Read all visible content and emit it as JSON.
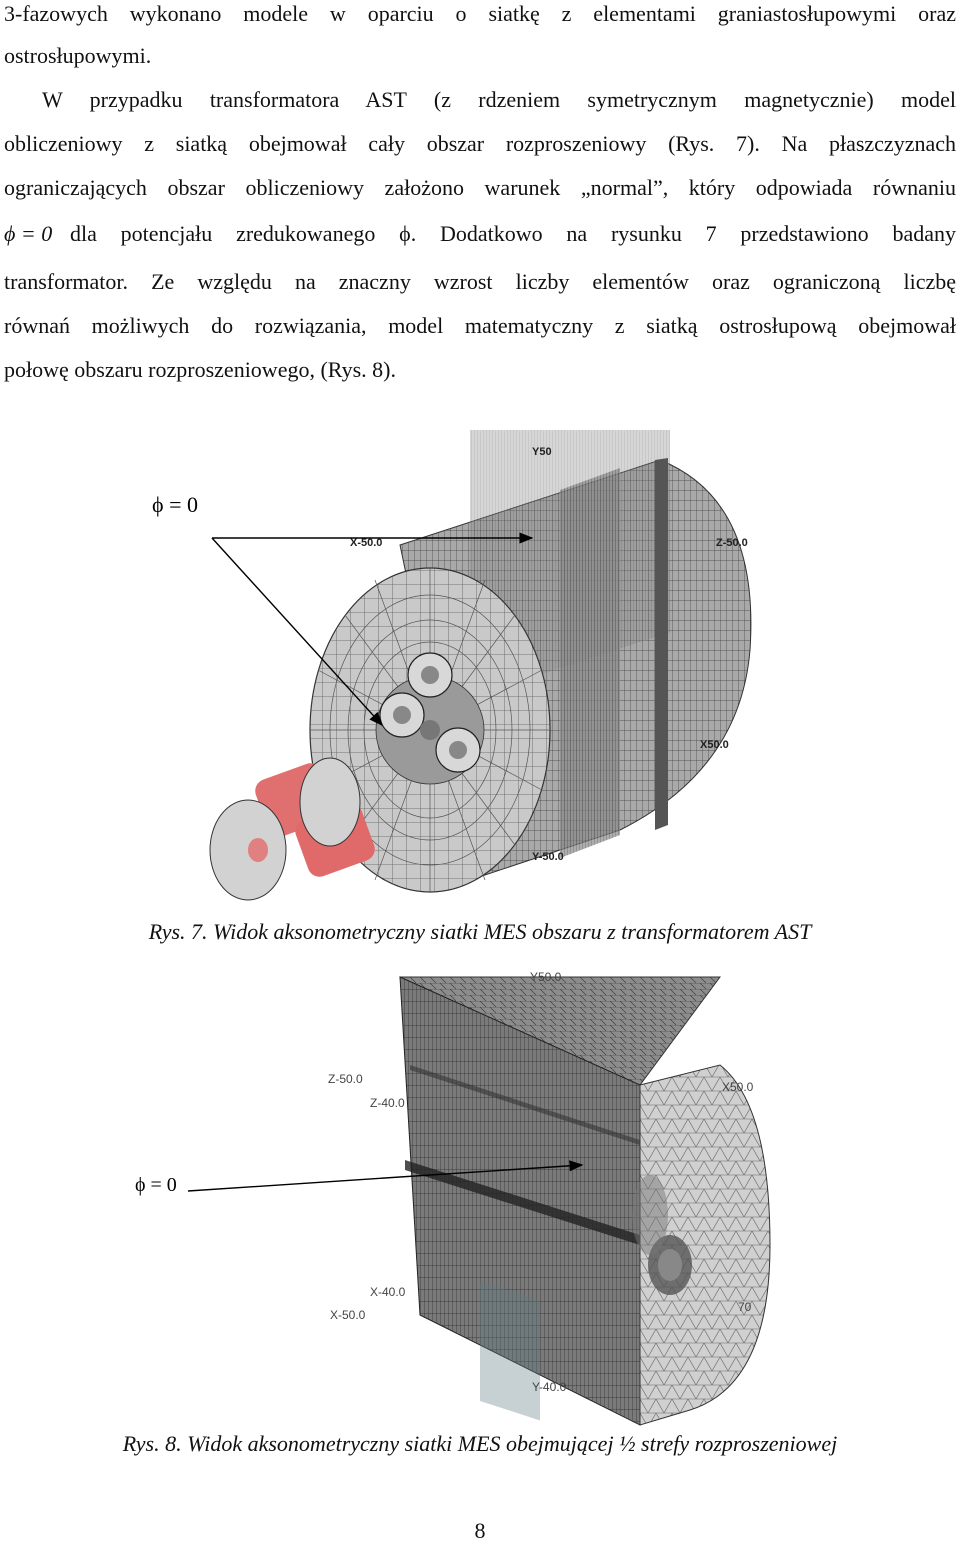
{
  "paragraph": {
    "line1": "3-fazowych wykonano modele w oparciu o siatkę z elementami graniastosłupowymi oraz",
    "line2": "ostrosłupowymi.",
    "line3": "W przypadku transformatora AST (z rdzeniem symetrycznym magnetycznie) model",
    "line4": "obliczeniowy z siatką obejmował cały obszar rozproszeniowy (Rys. 7). Na płaszczyznach",
    "line5": "ograniczających obszar obliczeniowy założono warunek „normal”, który odpowiada równaniu",
    "line6_eq": "ϕ = 0",
    "line6_text": "dla potencjału zredukowanego ϕ. Dodatkowo na rysunku 7 przedstawiono badany",
    "line7": "transformator. Ze względu na znaczny wzrost liczby elementów oraz ograniczoną liczbę",
    "line8": "równań możliwych do rozwiązania, model matematyczny z siatką ostrosłupową obejmował",
    "line9": "połowę obszaru rozproszeniowego, (Rys. 8)."
  },
  "figure7": {
    "phi_label": "ϕ = 0",
    "axis_y50": "Y50",
    "axis_xm50": "X-50.0",
    "axis_zm50": "Z-50.0",
    "axis_x50": "X50.0",
    "axis_ym50": "Y-50.0",
    "caption": "Rys. 7. Widok aksonometryczny siatki MES obszaru z transformatorem AST"
  },
  "figure8": {
    "phi_label": "ϕ = 0",
    "axis_y50": "Y50.0",
    "axis_zm50": "Z-50.0",
    "axis_zm40": "Z-40.0",
    "axis_x50": "X50.0",
    "axis_x40": "X-40.0",
    "axis_xm50": "X-50.0",
    "axis_ym40": "Y-40.0",
    "axis_70": "70",
    "caption": "Rys. 8. Widok aksonometryczny siatki MES obejmującej ½ strefy rozproszeniowej"
  },
  "page_number": "8"
}
